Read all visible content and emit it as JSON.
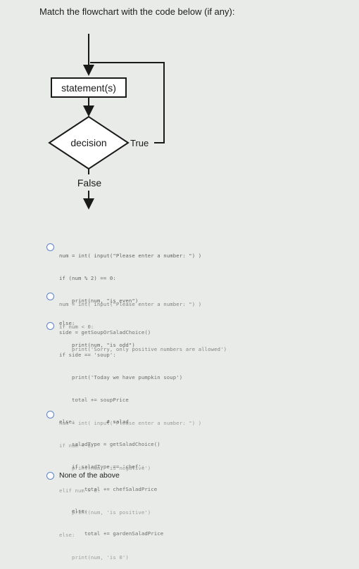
{
  "question": "Match the flowchart with the code below (if any):",
  "flowchart": {
    "statement_label": "statement(s)",
    "decision_label": "decision",
    "true_label": "True",
    "false_label": "False"
  },
  "options": [
    {
      "code_lines": [
        "num = int( input(\"Please enter a number: \") )",
        "if (num % 2) == 0:",
        "    print(num, \"is even\")",
        "else:",
        "    print(num, \"is odd\")"
      ]
    },
    {
      "code_lines": [
        "num = int( input(\"Please enter a number: \") )",
        "if num < 0:",
        "    print('Sorry, only positive numbers are allowed')"
      ]
    },
    {
      "code_lines": [
        "side = getSoupOrSaladChoice()",
        "if side == 'soup':",
        "    print('Today we have pumpkin soup')",
        "    total += soupPrice",
        "else:          # salad",
        "    saladType = getSaladChoice()",
        "    if saladType == 'chef':",
        "        total += chefSaladPrice",
        "    else:",
        "        total += gardenSaladPrice"
      ]
    },
    {
      "code_lines": [
        "num = int( input(\"Please enter a number: \") )",
        "if num < 0:",
        "    print(num, 'is negative')",
        "elif num > 0:",
        "    print(num, 'is positive')",
        "else:",
        "    print(num, 'is 0')"
      ]
    }
  ],
  "none_option": "None of the above"
}
